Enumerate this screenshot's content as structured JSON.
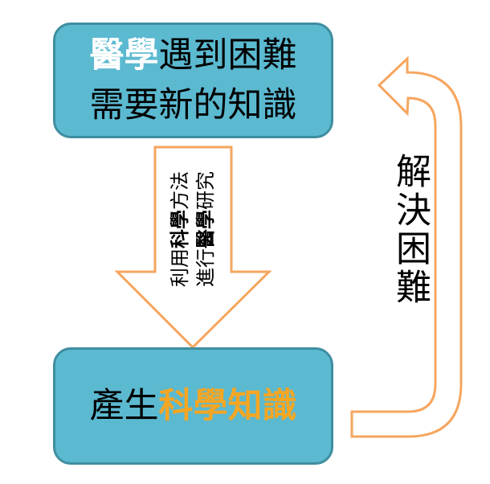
{
  "top_box": {
    "line1_highlight": "醫學",
    "line1_rest": "遇到困難",
    "line2": "需要新的知識"
  },
  "down_arrow": {
    "line1": {
      "a": "利用",
      "b": "科學",
      "c": "方法"
    },
    "line2": {
      "a": "進行",
      "b": "醫學",
      "c": "研究"
    }
  },
  "bottom_box": {
    "prefix": "產生",
    "highlight": "科學知識"
  },
  "return_arrow": {
    "label": "解決困難"
  },
  "colors": {
    "box_fill": "#5bb9d0",
    "box_border": "#3f8ea0",
    "arrow_stroke": "#f6a55f",
    "highlight_orange": "#f5a623"
  }
}
